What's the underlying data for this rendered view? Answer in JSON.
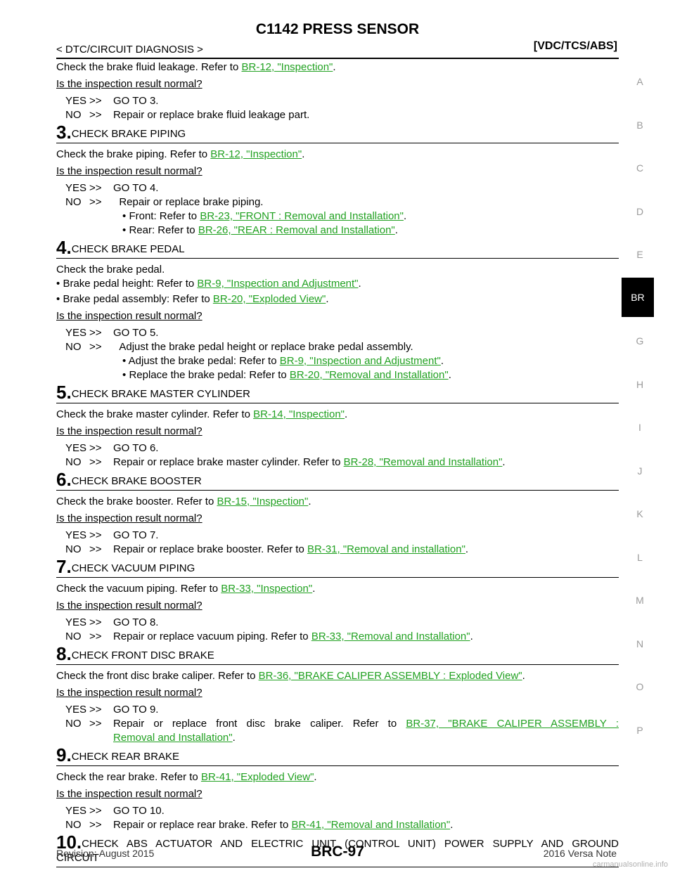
{
  "header": {
    "title": "C1142 PRESS SENSOR",
    "breadcrumb": "< DTC/CIRCUIT DIAGNOSIS >",
    "system": "[VDC/TCS/ABS]"
  },
  "intro": {
    "text": "Check the brake fluid leakage. Refer to ",
    "link": "BR-12, \"Inspection\"",
    "question": "Is the inspection result normal?",
    "yes": "YES",
    "yes_action": "GO TO 3.",
    "no": "NO",
    "no_action": "Repair or replace brake fluid leakage part."
  },
  "steps": {
    "s3": {
      "num": "3.",
      "heading": "CHECK BRAKE PIPING",
      "text": "Check the brake piping. Refer to ",
      "link": "BR-12, \"Inspection\"",
      "question": "Is the inspection result normal?",
      "yes_action": "GO TO 4.",
      "no_action": "Repair or replace brake piping.",
      "sub1_text": "Front: Refer to ",
      "sub1_link": "BR-23, \"FRONT : Removal and Installation\"",
      "sub2_text": "Rear: Refer to ",
      "sub2_link": "BR-26, \"REAR : Removal and Installation\""
    },
    "s4": {
      "num": "4.",
      "heading": "CHECK BRAKE PEDAL",
      "text": "Check the brake pedal.",
      "b1_text": "Brake pedal height: Refer to ",
      "b1_link": "BR-9, \"Inspection and Adjustment\"",
      "b2_text": "Brake pedal assembly: Refer to ",
      "b2_link": "BR-20, \"Exploded View\"",
      "question": "Is the inspection result normal?",
      "yes_action": "GO TO 5.",
      "no_action": "Adjust the brake pedal height or replace brake pedal assembly.",
      "sub1_text": "Adjust the brake pedal: Refer to ",
      "sub1_link": "BR-9, \"Inspection and Adjustment\"",
      "sub2_text": "Replace the brake pedal: Refer to ",
      "sub2_link": "BR-20, \"Removal and Installation\""
    },
    "s5": {
      "num": "5.",
      "heading": "CHECK BRAKE MASTER CYLINDER",
      "text": "Check the brake master cylinder. Refer to ",
      "link": "BR-14, \"Inspection\"",
      "question": "Is the inspection result normal?",
      "yes_action": "GO TO 6.",
      "no_text": "Repair or replace brake master cylinder. Refer to ",
      "no_link": "BR-28, \"Removal and Installation\""
    },
    "s6": {
      "num": "6.",
      "heading": "CHECK BRAKE BOOSTER",
      "text": "Check the brake booster. Refer to ",
      "link": "BR-15, \"Inspection\"",
      "question": "Is the inspection result normal?",
      "yes_action": "GO TO 7.",
      "no_text": "Repair or replace brake booster. Refer to ",
      "no_link": "BR-31, \"Removal and installation\""
    },
    "s7": {
      "num": "7.",
      "heading": "CHECK VACUUM PIPING",
      "text": "Check the vacuum piping. Refer to ",
      "link": "BR-33, \"Inspection\"",
      "question": "Is the inspection result normal?",
      "yes_action": "GO TO 8.",
      "no_text": "Repair or replace vacuum piping. Refer to ",
      "no_link": "BR-33, \"Removal and Installation\""
    },
    "s8": {
      "num": "8.",
      "heading": "CHECK FRONT DISC BRAKE",
      "text": "Check the front disc brake caliper. Refer to ",
      "link": "BR-36, \"BRAKE CALIPER ASSEMBLY : Exploded View\"",
      "question": "Is the inspection result normal?",
      "yes_action": "GO TO 9.",
      "no_text": "Repair or replace front disc brake caliper. Refer to ",
      "no_link1": "BR-37, \"BRAKE CALIPER ASSEMBLY :",
      "no_link2": "Removal and Installation\""
    },
    "s9": {
      "num": "9.",
      "heading": "CHECK REAR BRAKE",
      "text": "Check the rear brake. Refer to ",
      "link": "BR-41, \"Exploded View\"",
      "question": "Is the inspection result normal?",
      "yes_action": "GO TO 10.",
      "no_text": "Repair or replace rear brake. Refer to ",
      "no_link": "BR-41, \"Removal and Installation\""
    },
    "s10": {
      "num": "10.",
      "heading1": "CHECK ABS ACTUATOR AND ELECTRIC UNIT (CONTROL UNIT) POWER SUPPLY AND GROUND",
      "heading2": "CIRCUIT"
    }
  },
  "markers": {
    "yes": "YES",
    "no": "NO",
    "arrow": ">>",
    "bullet": "•",
    "period": "."
  },
  "side_index": [
    "A",
    "B",
    "C",
    "D",
    "E",
    "BR",
    "G",
    "H",
    "I",
    "J",
    "K",
    "L",
    "M",
    "N",
    "O",
    "P"
  ],
  "side_tab": "BR",
  "footer": {
    "revision": "Revision: August 2015",
    "page": "BRC-97",
    "model": "2016 Versa Note",
    "watermark": "carmanualsonline.info"
  }
}
